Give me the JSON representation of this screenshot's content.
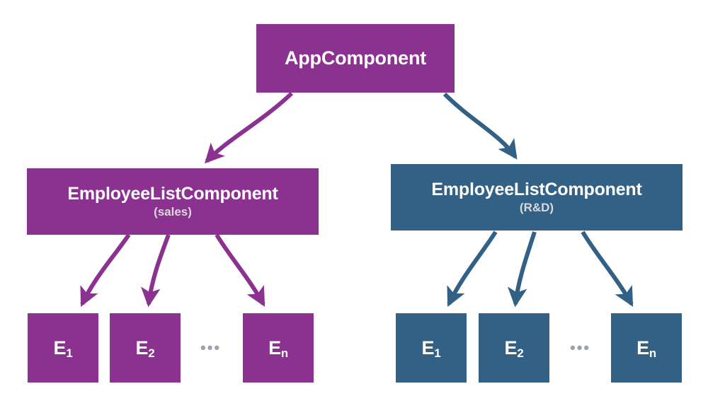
{
  "diagram": {
    "type": "component-tree",
    "background": "#ffffff",
    "colors": {
      "purple": "#8B3190",
      "blue": "#336185",
      "subtitle_text": "#d9d9d9",
      "ellipsis_text": "#9aa3ad",
      "node_text": "#ffffff"
    },
    "root": {
      "label": "AppComponent"
    },
    "branches": [
      {
        "key": "sales",
        "color": "#8B3190",
        "label": "EmployeeListComponent",
        "sublabel": "(sales)",
        "ellipsis": "•••",
        "leaves": [
          {
            "base": "E",
            "sub": "1"
          },
          {
            "base": "E",
            "sub": "2"
          },
          {
            "base": "E",
            "sub": "n"
          }
        ]
      },
      {
        "key": "rnd",
        "color": "#336185",
        "label": "EmployeeListComponent",
        "sublabel": "(R&D)",
        "ellipsis": "•••",
        "leaves": [
          {
            "base": "E",
            "sub": "1"
          },
          {
            "base": "E",
            "sub": "2"
          },
          {
            "base": "E",
            "sub": "n"
          }
        ]
      }
    ],
    "edges": [
      {
        "from": "AppComponent",
        "to": "EmployeeListComponent (sales)",
        "color": "#8B3190"
      },
      {
        "from": "AppComponent",
        "to": "EmployeeListComponent (R&D)",
        "color": "#336185"
      },
      {
        "from": "EmployeeListComponent (sales)",
        "to": "E1",
        "color": "#8B3190"
      },
      {
        "from": "EmployeeListComponent (sales)",
        "to": "E2",
        "color": "#8B3190"
      },
      {
        "from": "EmployeeListComponent (sales)",
        "to": "En",
        "color": "#8B3190"
      },
      {
        "from": "EmployeeListComponent (R&D)",
        "to": "E1",
        "color": "#336185"
      },
      {
        "from": "EmployeeListComponent (R&D)",
        "to": "E2",
        "color": "#336185"
      },
      {
        "from": "EmployeeListComponent (R&D)",
        "to": "En",
        "color": "#336185"
      }
    ]
  }
}
